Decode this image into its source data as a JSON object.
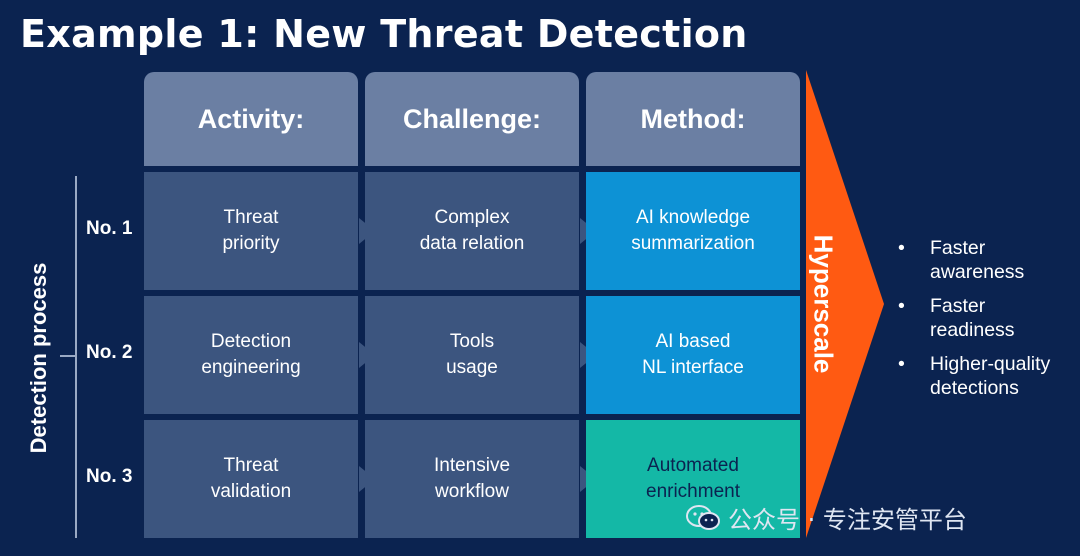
{
  "title": "Example 1: New Threat Detection",
  "side_label": "Detection process",
  "headers": {
    "activity": "Activity:",
    "challenge": "Challenge:",
    "method": "Method:"
  },
  "rows": [
    {
      "label": "No. 1",
      "activity": [
        "Threat",
        "priority"
      ],
      "challenge": [
        "Complex",
        "data relation"
      ],
      "method": [
        "AI knowledge",
        "summarization"
      ]
    },
    {
      "label": "No. 2",
      "activity": [
        "Detection",
        "engineering"
      ],
      "challenge": [
        "Tools",
        "usage"
      ],
      "method": [
        "AI based",
        "NL interface"
      ]
    },
    {
      "label": "No. 3",
      "activity": [
        "Threat",
        "validation"
      ],
      "challenge": [
        "Intensive",
        "workflow"
      ],
      "method": [
        "Automated",
        "enrichment"
      ]
    }
  ],
  "arrow_label": "Hyperscale",
  "benefits": [
    [
      "Faster",
      "awareness"
    ],
    [
      "Faster",
      "readiness"
    ],
    [
      "Higher-quality",
      "detections"
    ]
  ],
  "bullet_char": "•",
  "watermark": "公众号 · 专注安管平台",
  "colors": {
    "background": "#0b2350",
    "header": "#6b7fa3",
    "cell": "#3c557f",
    "ai_method": "#0d92d5",
    "automation_method": "#14b8a6",
    "arrow": "#ff5a12"
  }
}
